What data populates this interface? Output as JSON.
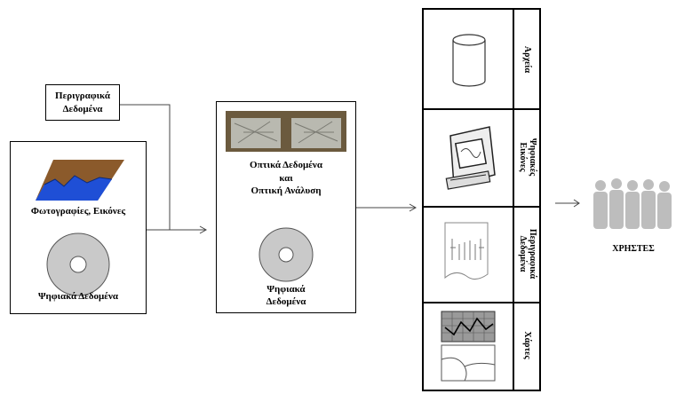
{
  "descriptive_data_label": [
    "Περιγραφικά",
    "Δεδομένα"
  ],
  "source_box": {
    "photos_label": "Φωτογραφίες, Εικόνες",
    "digital_label": "Ψηφιακά Δεδομένα"
  },
  "processing_box": {
    "optical_line1": "Οπτικά Δεδομένα",
    "optical_line2": "και",
    "optical_line3": "Οπτική Ανάλυση",
    "digital_line1": "Ψηφιακά",
    "digital_line2": "Δεδομένα"
  },
  "storage_column": {
    "rows": [
      {
        "label": [
          "Αρχεία"
        ],
        "icon": "cylinder-icon"
      },
      {
        "label": [
          "Ψηφιακές",
          "Εικόνες"
        ],
        "icon": "computer-icon"
      },
      {
        "label": [
          "Περιγραφικά",
          "Δεδομένα"
        ],
        "icon": "document-icon"
      },
      {
        "label": [
          "Χάρτες"
        ],
        "icon": "map-icon"
      }
    ]
  },
  "users_label": "ΧΡΗΣΤΕΣ"
}
